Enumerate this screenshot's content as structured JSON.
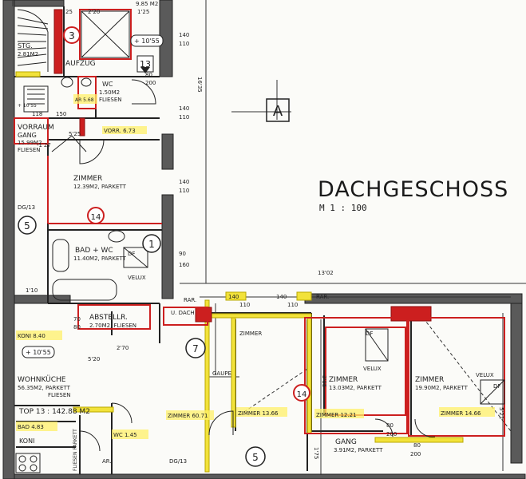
{
  "plan": {
    "title": "DACHGESCHOSS",
    "scale": "M  1 : 100",
    "section_marker": "A"
  },
  "rooms": {
    "stg_name": "STG.",
    "stg_area": "2.81M2",
    "aufzug": "AUFZUG",
    "wc_name": "WC",
    "wc_area": "1.50M2",
    "wc_floor": "FLIESEN",
    "ar_small": "AR 5.68",
    "vorraum_name": "VORRAUM",
    "vorraum_gang": "GANG",
    "vorraum_area": "15.99M2",
    "vorraum_floor": "FLIESEN",
    "vorr_marked": "VORR. 6.73",
    "zimmer1_name": "ZIMMER",
    "zimmer1_area": "12.39M2, PARKETT",
    "bad_name": "BAD + WC",
    "bad_area": "11.40M2, PARKETT",
    "velux": "VELUX",
    "abstellr_name": "ABSTELLR.",
    "abstellr_area": "2.70M2, FLIESEN",
    "koni_upper": "KONI 8.40",
    "wohnkueche_name": "WOHNKÜCHE",
    "wohnkueche_area": "56.35M2, PARKETT",
    "wohnkueche_floor": "FLIESEN",
    "top13": "TOP 13 : 142.88 M2",
    "bad_small": "BAD 4.83",
    "koni_lower": "KONI",
    "fliesen_parkett": "FLIESEN PARKETT",
    "wc_small": "WC 1.45",
    "zimmer_6071": "ZIMMER 60.71",
    "zimmer_top": "ZIMMER",
    "gaupe": "GAUPE",
    "zimmer_1366": "ZIMMER 13.66",
    "zimmer_1221": "ZIMMER 12.21",
    "zimmer2_name": "ZIMMER",
    "zimmer2_area": "13.03M2, PARKETT",
    "zimmer3_name": "ZIMMER",
    "zimmer3_area": "19.90M2, PARKETT",
    "zimmer_1466": "ZIMMER 14.66",
    "gang_name": "GANG",
    "gang_area": "3.91M2, PARKETT",
    "df": "DF",
    "rar": "RAR.",
    "ar": "AR.",
    "dg13": "DG/13",
    "u_dach": "U. DACH",
    "level_a": "+ 10'55",
    "level_b": "+ 10'55",
    "level_c": "+ 10'55",
    "m2_upper": "9.85 M2"
  },
  "dimensions": {
    "d25": "25",
    "d220": "2'20",
    "d125": "1'25",
    "d140a": "140",
    "d110a": "110",
    "d1635": "16'35",
    "d140b": "140",
    "d110b": "110",
    "d118": "118",
    "d150": "150",
    "d525": "5'25",
    "d127": "-1'27",
    "d140c": "140",
    "d110c": "110",
    "d90": "90",
    "d160": "160",
    "d1302": "13'02",
    "d110d": "1'10",
    "d70": "70",
    "d80": "80",
    "d270": "2'70",
    "d520": "5'20",
    "d305": "3'05",
    "d521": "5'21",
    "d175": "1'75",
    "d80b": "80",
    "d200": "200",
    "d80c": "80",
    "d200b": "200",
    "d140d": "140",
    "d110e": "110",
    "d140e": "140",
    "d110f": "110",
    "d80d": "80",
    "d200c": "200"
  },
  "markers": {
    "m3": "3",
    "m13": "13",
    "m14a": "14",
    "m1": "1",
    "m5a": "5",
    "m7": "7",
    "m14b": "14",
    "m5b": "5"
  },
  "colors": {
    "wall": "#4a4a4a",
    "line": "#222222",
    "red": "#cc1f1f",
    "yellow": "#f2e23a",
    "highlight": "#fff06a",
    "paper": "#fbfbf8"
  }
}
